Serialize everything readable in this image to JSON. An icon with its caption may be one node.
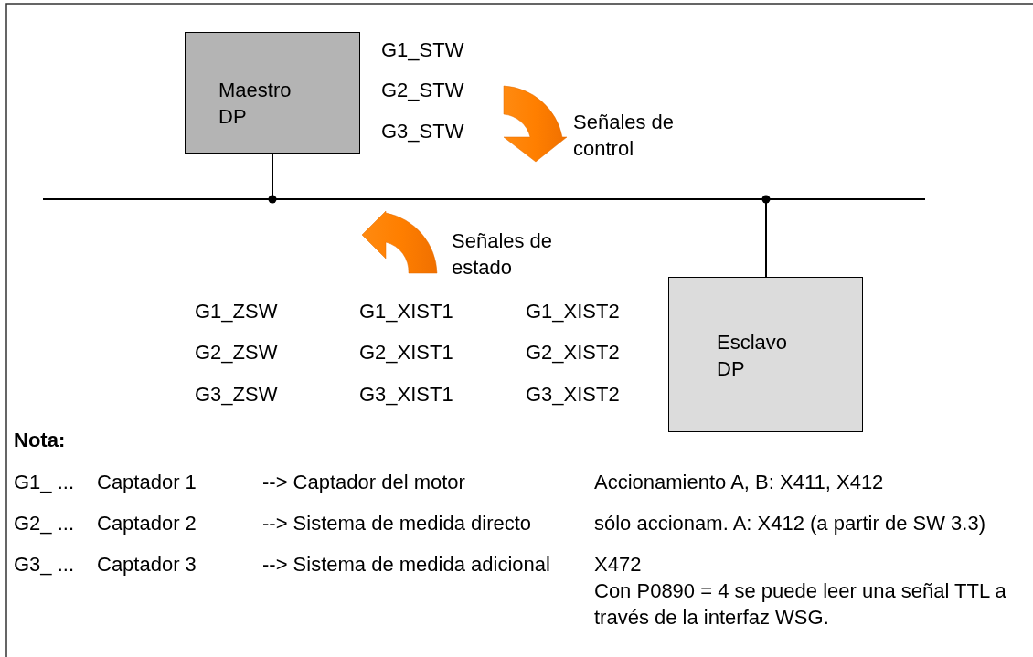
{
  "diagram": {
    "nodes": [
      {
        "text": [
          "Maestro DP"
        ]
      },
      {
        "text": [
          "Esclavo DP"
        ]
      },
      {
        "text": [],
        "shape": "bar"
      }
    ],
    "edges": [
      {
        "from": 0,
        "to": 2,
        "arrow": "other"
      },
      {
        "from": 1,
        "to": 2,
        "arrow": "other"
      }
    ],
    "labels": [
      "G1_STW",
      "G2_STW",
      "G3_STW",
      "Señales de control",
      "Señales de estado",
      "G1_ZSW",
      "G1_XIST1",
      "G1_XIST2",
      "G2_ZSW",
      "G2_XIST1",
      "G2_XIST2",
      "G3_ZSW",
      "G3_XIST1",
      "G3_XIST2",
      "Nota:",
      "G1_ ...",
      "Captador 1",
      "--> Captador del motor",
      "Accionamiento A, B: X411, X412",
      "G2_ ...",
      "Captador 2",
      "--> Sistema de medida directo",
      "sólo accionam. A: X412 (a partir de SW 3.3)",
      "G3_ ...",
      "Captador 3",
      "--> Sistema de medida adicional",
      "X472",
      "Con P0890 = 4 se puede leer una señal TTL a través de la interfaz WSG."
    ]
  }
}
